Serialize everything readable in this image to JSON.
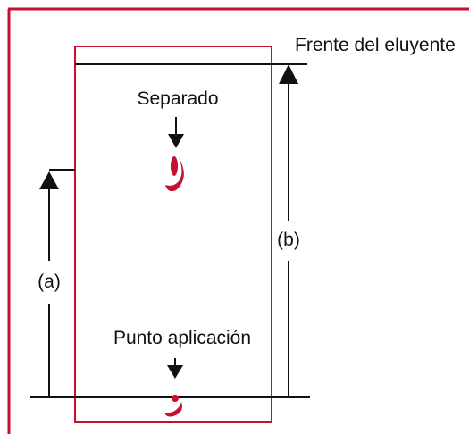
{
  "diagram": {
    "labels": {
      "solvent_front": "Frente del eluyente",
      "separated": "Separado",
      "application_point": "Punto aplicación",
      "distance_a": "(a)",
      "distance_b": "(b)"
    },
    "colors": {
      "frame": "#c8102e",
      "plate_border": "#c8102e",
      "spot": "#c8102e",
      "lines": "#111111"
    },
    "icons": {
      "spot_separated": "crescent-spot",
      "spot_origin": "crescent-spot",
      "pointer": "arrow-down-icon",
      "measure_arrow": "arrow-up-icon"
    }
  }
}
